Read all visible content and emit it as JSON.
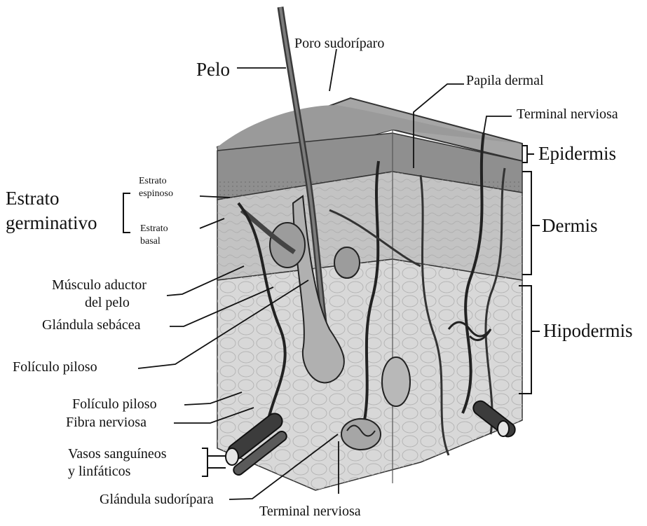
{
  "diagram": {
    "labels": {
      "pelo": "Pelo",
      "poro_sudoriparo": "Poro sudoríparo",
      "papila_dermal": "Papila dermal",
      "terminal_nerviosa_top": "Terminal nerviosa",
      "epidermis": "Epidermis",
      "estrato_germinativo_1": "Estrato",
      "estrato_germinativo_2": "germinativo",
      "estrato_espinoso_1": "Estrato",
      "estrato_espinoso_2": "espinoso",
      "estrato_basal_1": "Estrato",
      "estrato_basal_2": "basal",
      "dermis": "Dermis",
      "musculo_1": "Músculo aductor",
      "musculo_2": "del pelo",
      "glandula_sebacea": "Glándula sebácea",
      "hipodermis": "Hipodermis",
      "foliculo_piloso_1": "Folículo piloso",
      "foliculo_piloso_2": "Folículo piloso",
      "fibra_nerviosa": "Fibra nerviosa",
      "vasos_1": "Vasos sanguíneos",
      "vasos_2": "y linfáticos",
      "glandula_sudoripara": "Glándula sudorípara",
      "terminal_nerviosa_bottom": "Terminal nerviosa"
    },
    "colors": {
      "epidermis_top": "#a9a9a9",
      "epidermis_side": "#8c8c8c",
      "dermis": "#c4c4c4",
      "hypodermis": "#d9d9d9",
      "ink": "#1a1a1a",
      "leader": "#111111"
    }
  }
}
